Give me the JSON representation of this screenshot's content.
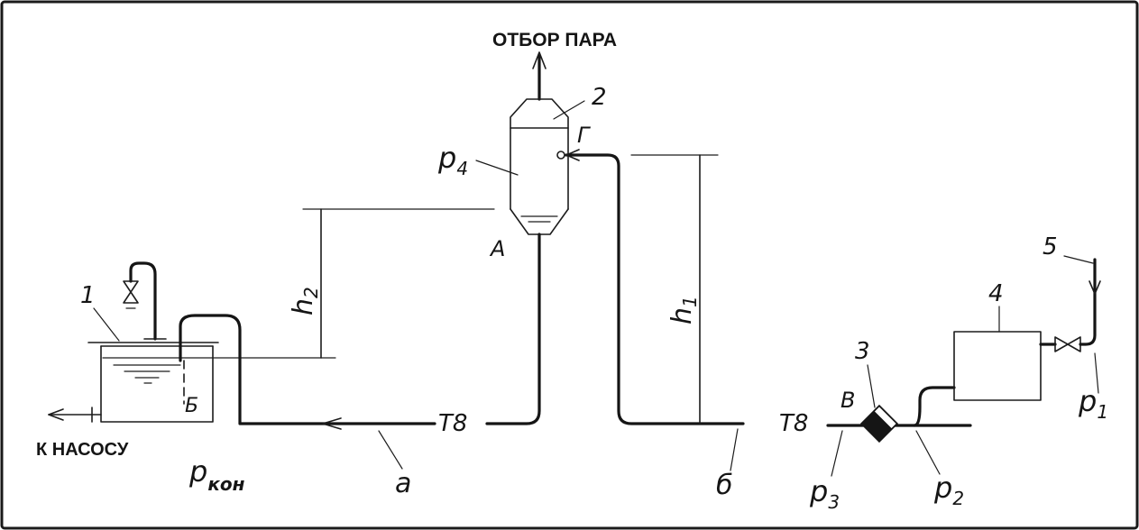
{
  "labels": {
    "steam_offtake": "ОТБОР ПАРА",
    "to_pump": "К НАСОСУ",
    "num_1": "1",
    "num_2": "2",
    "num_3": "3",
    "num_4": "4",
    "num_5": "5",
    "point_A": "A",
    "point_B_cyr": "Б",
    "point_V": "В",
    "point_G": "Г",
    "h1_base": "h",
    "h1_sub": "1",
    "h2_base": "h",
    "h2_sub": "2",
    "p4_base": "p",
    "p4_sub": "4",
    "p3_base": "p",
    "p3_sub": "3",
    "p2_base": "p",
    "p2_sub": "2",
    "p1_base": "p",
    "p1_sub": "1",
    "pkon_base": "p",
    "pkon_sub": "кон",
    "t8_left": "T8",
    "t8_right": "T8",
    "line_a": "a",
    "line_b": "б"
  }
}
